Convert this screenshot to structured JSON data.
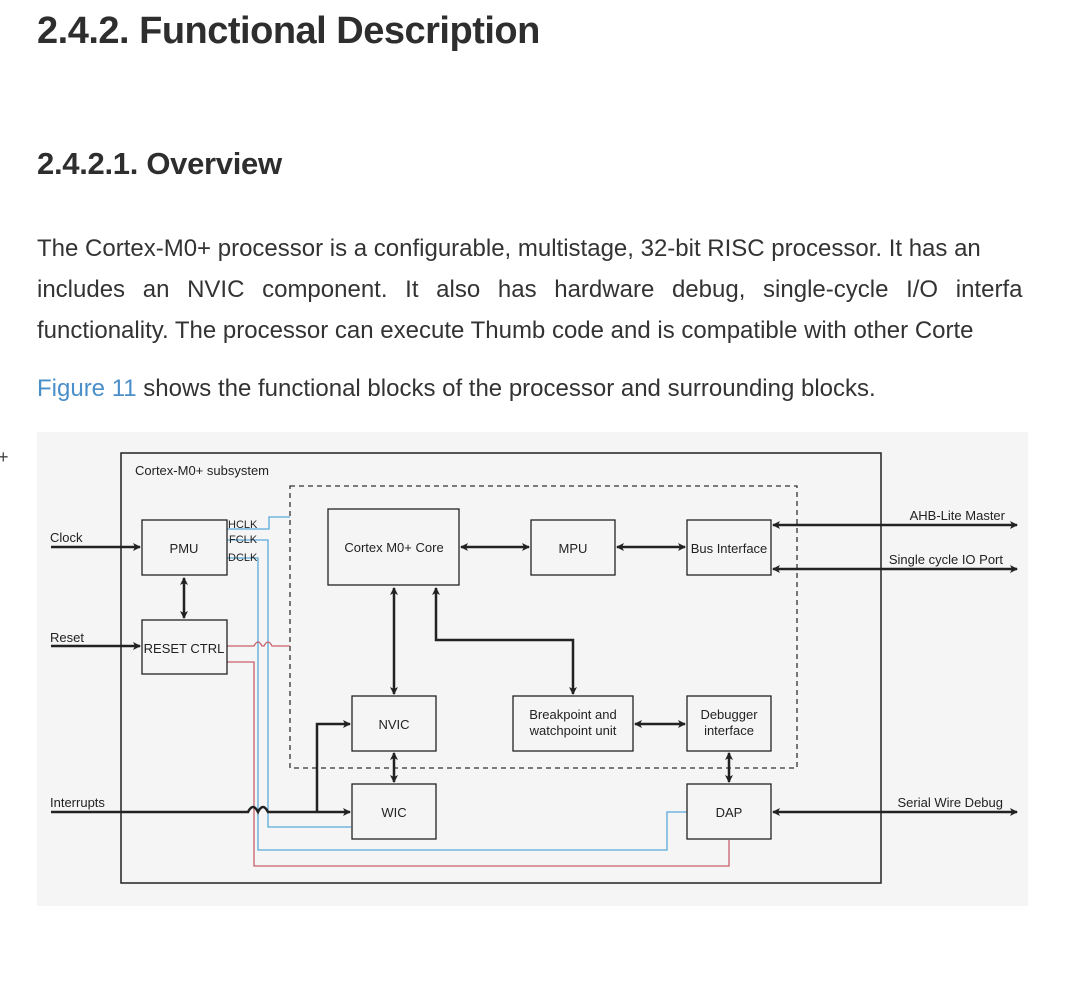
{
  "section": {
    "heading": "2.4.2. Functional Description",
    "subheading": "2.4.2.1. Overview"
  },
  "body": {
    "paragraph_lines": [
      "The Cortex-M0+ processor is a configurable, multistage, 32-bit RISC processor. It has an",
      "includes an NVIC component. It also has hardware debug, single-cycle I/O interfa",
      "functionality. The processor can execute Thumb code and is compatible with other Corte"
    ],
    "figure_ref_link": "Figure 11",
    "figure_ref_text": " shows the functional blocks of the processor and surrounding blocks."
  },
  "sidebar_fragment": "+",
  "figure": {
    "subsystem_label": "Cortex-M0+ subsystem",
    "blocks": {
      "pmu": "PMU",
      "reset_ctrl": "RESET CTRL",
      "core": "Cortex M0+ Core",
      "mpu": "MPU",
      "bus_interface": "Bus Interface",
      "nvic": "NVIC",
      "breakpoint_line1": "Breakpoint and",
      "breakpoint_line2": "watchpoint unit",
      "debugger_line1": "Debugger",
      "debugger_line2": "interface",
      "wic": "WIC",
      "dap": "DAP"
    },
    "clock_signals": [
      "HCLK",
      "FCLK",
      "DCLK"
    ],
    "inputs": {
      "clock": "Clock",
      "reset": "Reset",
      "interrupts": "Interrupts"
    },
    "outputs": {
      "ahb": "AHB-Lite Master",
      "io_port": "Single cycle IO Port",
      "swd": "Serial Wire Debug"
    },
    "colors": {
      "clock_wire": "#5aa9dc",
      "reset_wire": "#c9606b",
      "background": "#f5f5f5",
      "link": "#4a8fc9"
    }
  }
}
